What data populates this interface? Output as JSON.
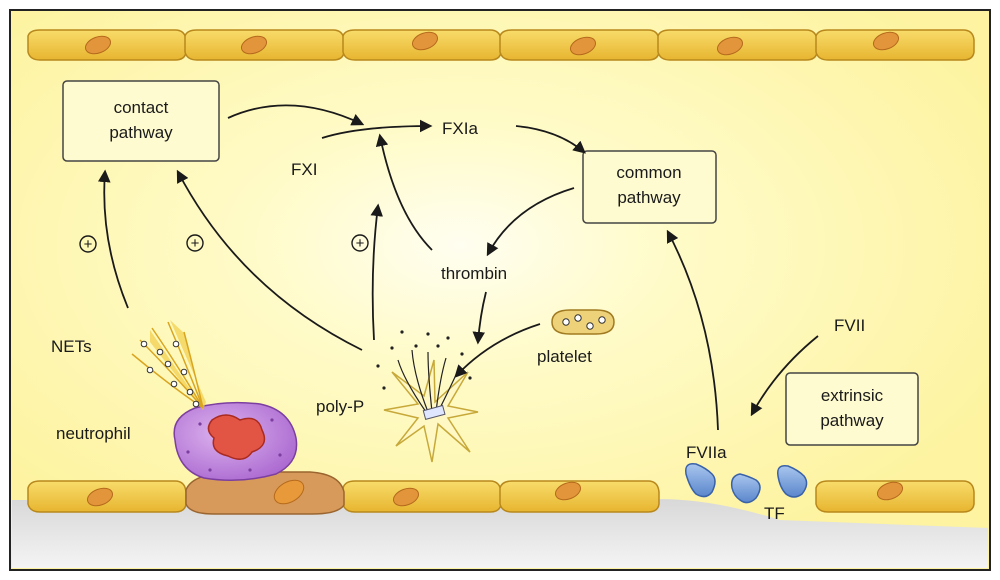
{
  "boxes": {
    "contact": [
      "contact",
      "pathway"
    ],
    "common": [
      "common",
      "pathway"
    ],
    "extrinsic": [
      "extrinsic",
      "pathway"
    ]
  },
  "labels": {
    "fxi": "FXI",
    "fxia": "FXIa",
    "thrombin": "thrombin",
    "platelet": "platelet",
    "fvii": "FVII",
    "fviia": "FVIIa",
    "tf": "TF",
    "nets": "NETs",
    "neutrophil": "neutrophil",
    "polyp": "poly-P"
  },
  "plus_symbol": "+",
  "colors": {
    "background_glow": "#fffde0",
    "background_edge": "#fdf6b2",
    "endothelial_cell": "#f2c744",
    "cell_nucleus": "#e59a3a",
    "subendothelium": "#c9c9c9",
    "neutrophil": "#c88ae0",
    "neutrophil_nucleus": "#e0483a",
    "tissue_factor": "#7fa7e0",
    "box_fill": "#fffbd0",
    "arrow": "#1a1a1a"
  }
}
